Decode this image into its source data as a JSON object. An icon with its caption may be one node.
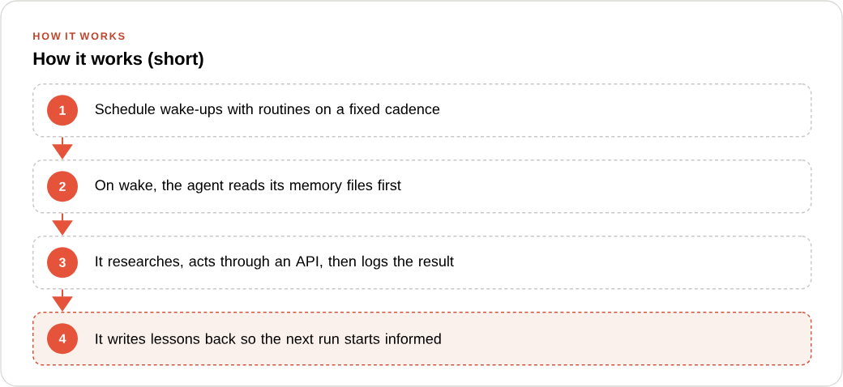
{
  "diagram": {
    "title": "How it works (short)",
    "nodes": [
      {
        "text": [
          "Schedule wake-ups with routines on a fixed cadence"
        ]
      },
      {
        "text": [
          "1"
        ],
        "in": 0
      },
      {
        "text": [
          "On wake, the agent reads its memory files first"
        ]
      },
      {
        "text": [
          "2"
        ],
        "in": 2
      },
      {
        "text": [
          "It researches, acts through an API, then logs the result"
        ]
      },
      {
        "text": [
          "3"
        ],
        "in": 4
      },
      {
        "text": [
          "It writes lessons back so the next run starts informed"
        ]
      },
      {
        "text": [
          "4"
        ],
        "in": 6
      }
    ],
    "edges": [
      {
        "from": 0,
        "to": 2,
        "arrow": "to"
      },
      {
        "from": 2,
        "to": 4,
        "arrow": "to"
      },
      {
        "from": 4,
        "to": 6,
        "arrow": "to"
      }
    ],
    "labels": [
      "HOW IT WORKS"
    ]
  }
}
